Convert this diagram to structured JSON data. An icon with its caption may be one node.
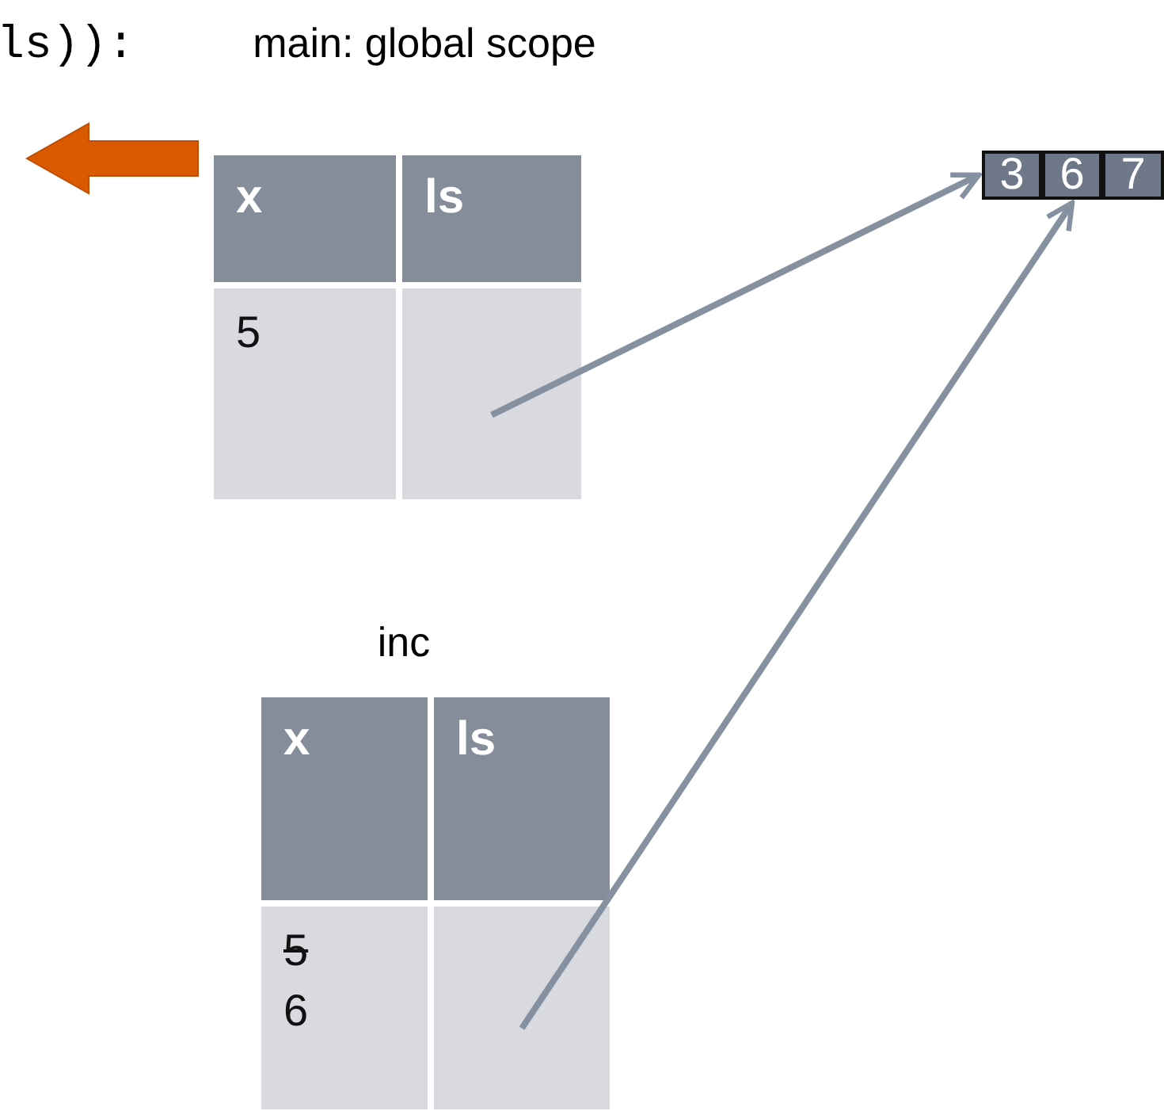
{
  "diagram": {
    "nodes": [
      {
        "text": [
          "main: global scope"
        ]
      },
      {
        "text": [
          "x"
        ],
        "in": 0
      },
      {
        "text": [
          "ls"
        ],
        "in": 0
      },
      {
        "text": [
          "5"
        ],
        "in": 0
      },
      {
        "text": [],
        "shape": "box",
        "in": 0
      },
      {
        "text": [],
        "shape": "box"
      },
      {
        "text": [
          "3"
        ],
        "in": 5
      },
      {
        "text": [
          "6"
        ],
        "in": 5
      },
      {
        "text": [
          "7"
        ],
        "in": 5
      },
      {
        "text": [
          "inc"
        ]
      },
      {
        "text": [
          "x"
        ],
        "in": 9
      },
      {
        "text": [
          "ls"
        ],
        "in": 9
      },
      {
        "text": [
          "5",
          "6"
        ],
        "in": 9
      },
      {
        "text": [],
        "shape": "box",
        "in": 9
      }
    ],
    "edges": [
      {
        "from": 4,
        "to": 5,
        "arrow": "to"
      },
      {
        "from": 13,
        "to": 7,
        "arrow": "to"
      }
    ],
    "labels": [
      "ls)):"
    ]
  }
}
